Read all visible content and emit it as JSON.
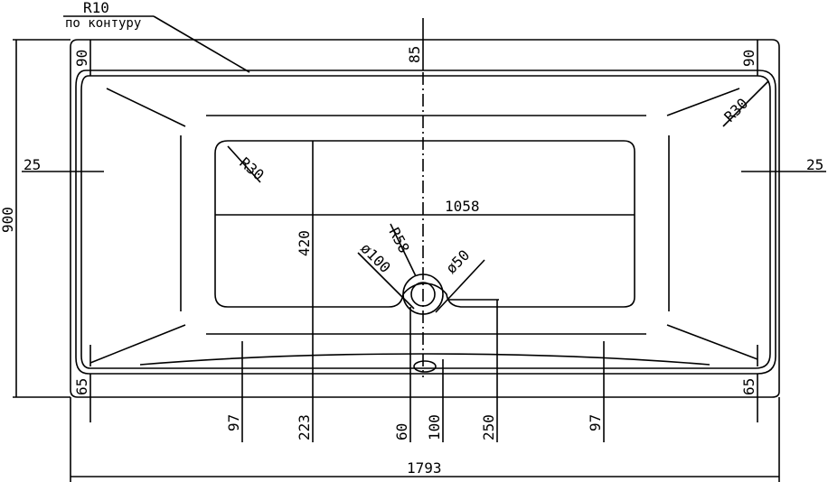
{
  "drawing": {
    "line_color": "#000000",
    "background": "#ffffff"
  },
  "annotations": {
    "corner_radius": "R10",
    "corner_radius_note": "по контуру"
  },
  "dimensions": {
    "overall_length": "1793",
    "overall_width": "900",
    "drain_zone_length": "1058",
    "drain_zone_width": "420",
    "rim_top": "85",
    "rim_left_top": "90",
    "rim_right_top": "90",
    "side_left": "25",
    "side_right": "25",
    "bottom_left": "65",
    "bottom_right": "65",
    "inner_radius": "R30",
    "corner_inner_radius": "R30",
    "drain_radius": "R58",
    "drain_diameter_outer": "ø100",
    "drain_diameter_inner": "ø50",
    "foot_left": "97",
    "foot_right": "97",
    "d_223": "223",
    "d_60": "60",
    "d_100": "100",
    "d_250": "250"
  }
}
